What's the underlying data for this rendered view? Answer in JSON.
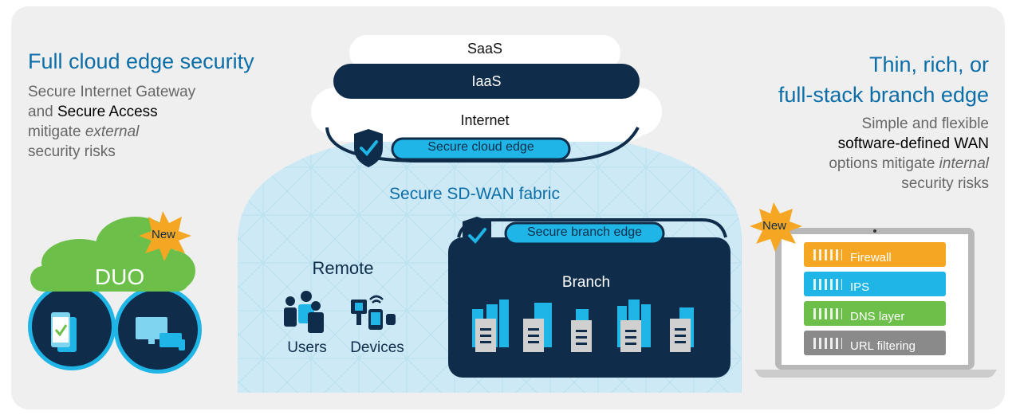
{
  "left": {
    "title": "Full cloud edge security",
    "desc": {
      "line1": "Secure Internet Gateway",
      "line2_pre": "and ",
      "line2_bold": "Secure Access",
      "line3_pre": "mitigate ",
      "line3_em": "external",
      "line4": "security risks"
    }
  },
  "right": {
    "title_line1": "Thin, rich, or",
    "title_line2": "full-stack branch edge",
    "desc": {
      "line1": "Simple and flexible",
      "line2_bold": "software-defined WAN",
      "line3_pre": "options mitigate ",
      "line3_em": "internal",
      "line4": "security risks"
    }
  },
  "center": {
    "saas": "SaaS",
    "iaas": "IaaS",
    "internet": "Internet",
    "secure_cloud_edge": "Secure cloud edge",
    "fabric": "Secure SD-WAN fabric",
    "secure_branch_edge": "Secure branch edge",
    "remote": "Remote",
    "users": "Users",
    "devices": "Devices",
    "branch": "Branch"
  },
  "duo": {
    "label": "DUO",
    "new_badge": "New"
  },
  "laptop": {
    "new_badge": "New",
    "layers": [
      {
        "label": "Firewall",
        "color": "#f5a623"
      },
      {
        "label": "IPS",
        "color": "#1fb5e6"
      },
      {
        "label": "DNS layer",
        "color": "#6cc04a"
      },
      {
        "label": "URL filtering",
        "color": "#8a8a8a"
      }
    ]
  },
  "colors": {
    "navy": "#0f2d4a",
    "cyan": "#1fb5e6",
    "light_blue": "#cde9f6",
    "green": "#6cc04a",
    "title_blue": "#0b6ea8"
  }
}
